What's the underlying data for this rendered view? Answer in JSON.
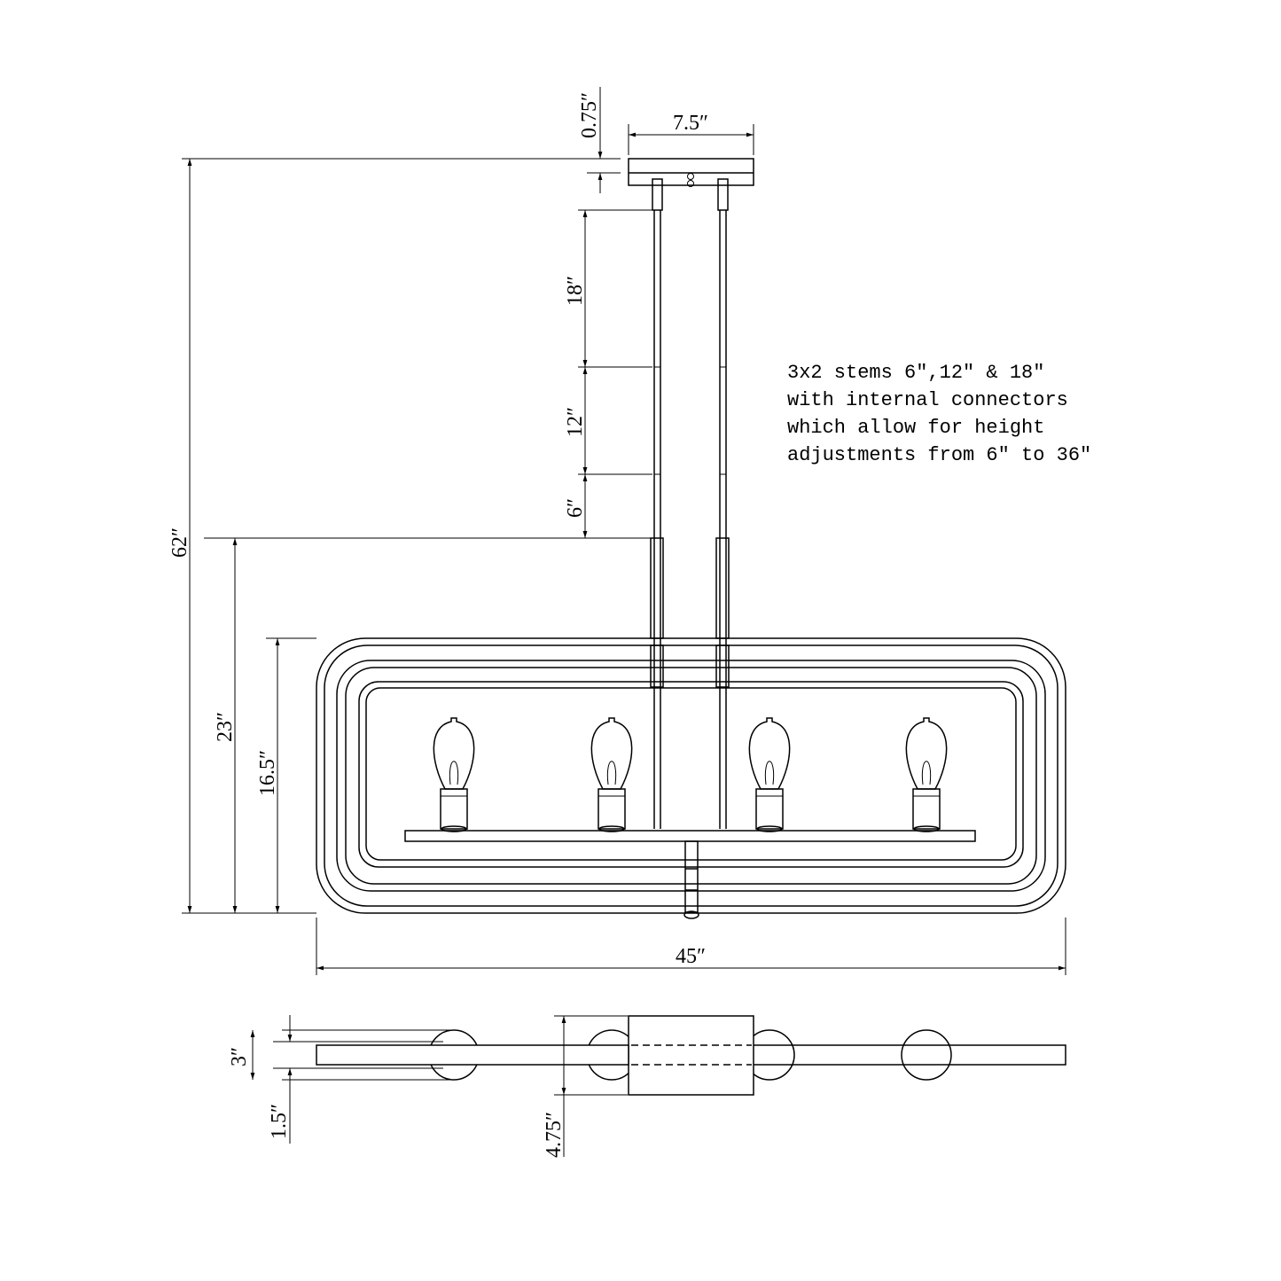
{
  "dimensions": {
    "canopy_height": "0.75″",
    "canopy_width": "7.5″",
    "stem_18": "18″",
    "stem_12": "12″",
    "stem_6": "6″",
    "overall_height": "62″",
    "fixture_height": "23″",
    "frame_height": "16.5″",
    "overall_width": "45″",
    "depth_3": "3″",
    "bar_depth": "1.5″",
    "canopy_depth": "4.75″"
  },
  "note": [
    "3x2 stems 6″,12″ & 18″",
    "with internal connectors",
    "which allow for height",
    "adjustments from 6″ to 36″"
  ]
}
